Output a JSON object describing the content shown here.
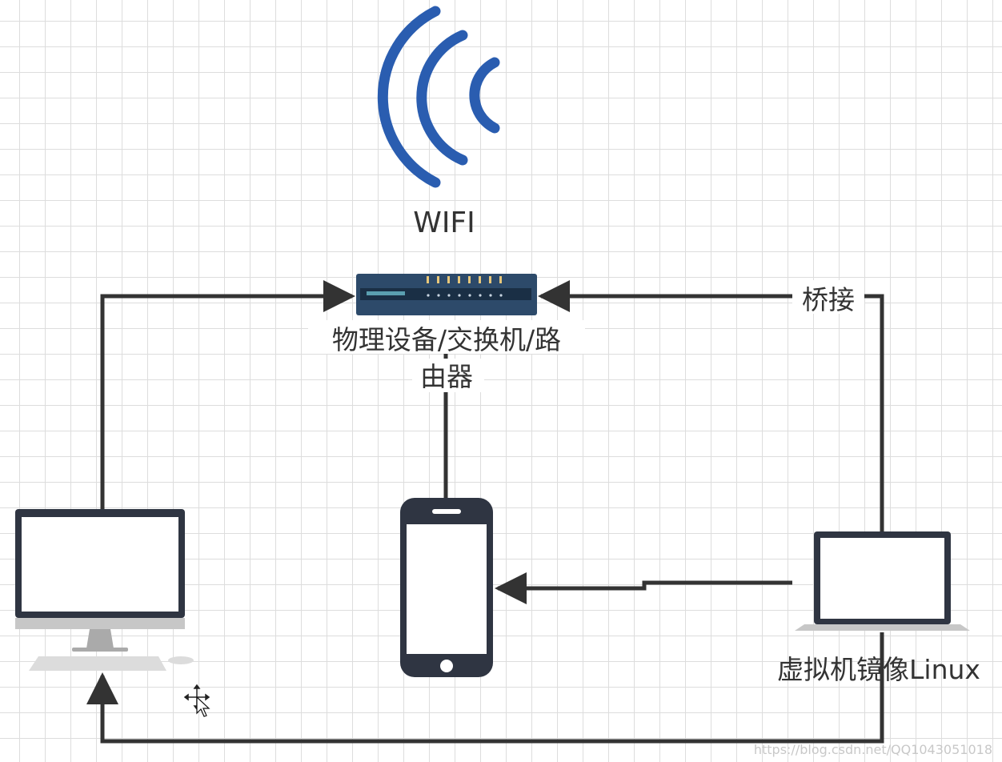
{
  "wifi_label": "WIFI",
  "router_label_line1": "物理设备/交换机/路",
  "router_label_line2": "由器",
  "bridge_label": "桥接",
  "vm_label": "虚拟机镜像Linux",
  "watermark": "https://blog.csdn.net/QQ1043051018",
  "icons": {
    "wifi": "wifi-icon",
    "router": "router-icon",
    "desktop": "desktop-computer-icon",
    "phone": "smartphone-icon",
    "laptop": "laptop-icon",
    "cursor": "move-cursor-icon"
  },
  "colors": {
    "wifi_blue": "#2a5db0",
    "router_body": "#2d4a6a",
    "device_dark": "#2f3542",
    "arrow": "#333333"
  }
}
